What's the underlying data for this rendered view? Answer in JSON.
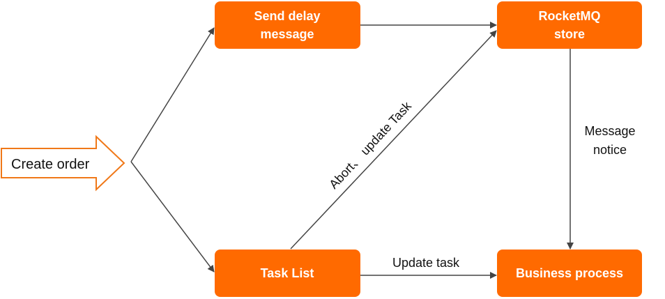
{
  "colors": {
    "box_fill": "#ff6a00",
    "box_text": "#ffffff",
    "arrow": "#444444",
    "entry_outline": "#f07818"
  },
  "entry": {
    "label": "Create order"
  },
  "nodes": {
    "send_delay": {
      "line1": "Send delay",
      "line2": "message"
    },
    "rocketmq": {
      "line1": "RocketMQ",
      "line2": "store"
    },
    "task_list": {
      "label": "Task List"
    },
    "business": {
      "label": "Business process"
    }
  },
  "edges": {
    "abort_update": "Abort、 update Task",
    "message_notice": {
      "line1": "Message",
      "line2": "notice"
    },
    "update_task": "Update task"
  }
}
